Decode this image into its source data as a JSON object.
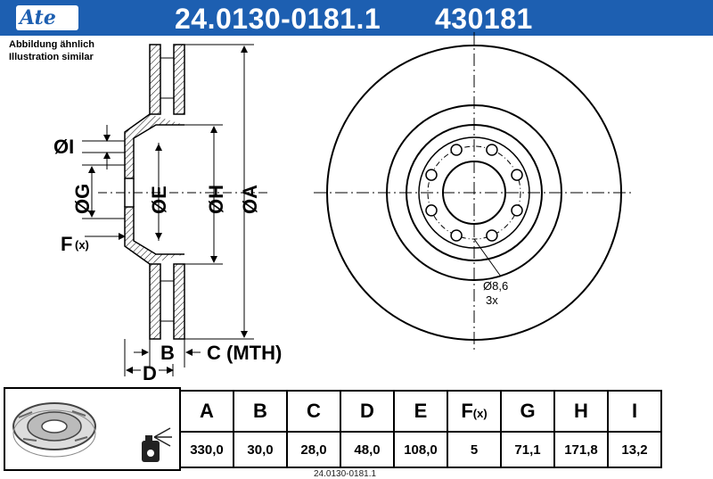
{
  "header": {
    "logo": "Ate",
    "part_number": "24.0130-0181.1",
    "short_number": "430181",
    "brand_color": "#1d5fb1"
  },
  "notes": [
    "Abbildung ähnlich",
    "Illustration similar"
  ],
  "drawing": {
    "labels": {
      "I": "ØI",
      "G": "ØG",
      "E": "ØE",
      "H": "ØH",
      "A": "ØA",
      "F": "F",
      "F_sub": "(x)",
      "B": "B",
      "C": "C (MTH)",
      "D": "D"
    },
    "hole_spec": [
      "Ø8,6",
      "3x"
    ]
  },
  "table": {
    "headers": [
      "A",
      "B",
      "C",
      "D",
      "E",
      "F",
      "G",
      "H",
      "I"
    ],
    "header_F_sub": "(x)",
    "values": [
      "330,0",
      "30,0",
      "28,0",
      "48,0",
      "108,0",
      "5",
      "71,1",
      "171,8",
      "13,2"
    ]
  },
  "icons": [
    "brake-disc-icon",
    "spray-can-icon"
  ],
  "footer_code": "24.0130-0181.1"
}
